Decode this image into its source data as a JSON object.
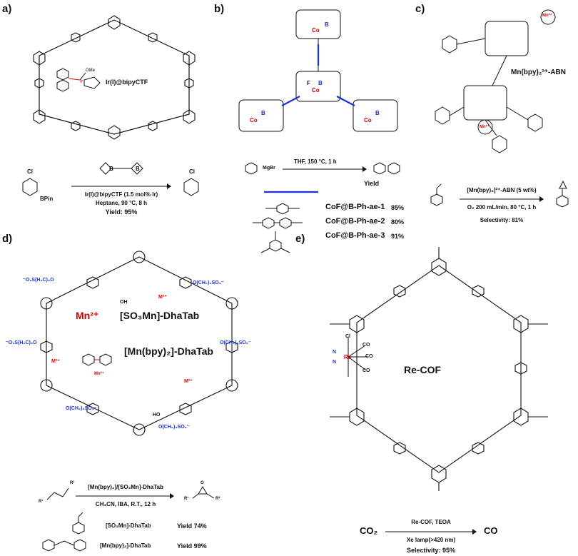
{
  "panels": {
    "a": {
      "label": "a)",
      "catalyst_name": "Ir(I)@bipyCTF",
      "ome": "OMe",
      "ir_center": "Ir",
      "reactant_cl": "Cl",
      "reactant_bpin": "BPin",
      "product_cl": "Cl",
      "reagent": "B",
      "condition_1": "Ir(I)@bipyCTF (1.5 mol% Ir)",
      "condition_2": "Heptane, 90 °C, 8 h",
      "yield": "Yield: 95%"
    },
    "b": {
      "label": "b)",
      "cof_label": "Co",
      "boron": "B",
      "fluorine": "F",
      "grignard": "MgBr",
      "condition": "THF, 150 °C, 1 h",
      "yield_header": "Yield",
      "rows": [
        {
          "name": "CoF@B-Ph-ae-1",
          "yield": "85%"
        },
        {
          "name": "CoF@B-Ph-ae-2",
          "yield": "80%"
        },
        {
          "name": "CoF@B-Ph-ae-3",
          "yield": "91%"
        }
      ]
    },
    "c": {
      "label": "c)",
      "catalyst_name": "Mn(bpy)₂²⁺-ABN",
      "mn_center": "Mn²⁺",
      "condition_1": "[Mn(bpy)₃]²⁺-ABN (5 wt%)",
      "condition_2": "O₂ 200 mL/min, 80 °C, 1 h",
      "selectivity": "Selectivity: 81%"
    },
    "d": {
      "label": "d)",
      "mn_ion": "Mn²⁺",
      "name_1": "[SO₃Mn]-DhaTab",
      "name_2": "[Mn(bpy)₂]-DhaTab",
      "m2": "M²⁺",
      "sulfonate_1": "⁻O₃S(H₂C)₃O",
      "sulfonate_2": "O(CH₂)₃SO₃⁻",
      "oh": "OH",
      "ho": "HO",
      "mn_center": "Mn²⁺",
      "reactant_r1": "R¹",
      "reactant_r2": "R²",
      "product_r1": "R¹",
      "product_r2": "R²",
      "epoxide_o": "O",
      "condition_1": "[Mn(bpy)₂]/[SO₃Mn]-DhaTab",
      "condition_2": "CH₃CN, IBA, R.T., 12 h",
      "rows": [
        {
          "name": "[SO₃Mn]-DhaTab",
          "yield": "Yield 74%"
        },
        {
          "name": "[Mn(bpy)₂]-DhaTab",
          "yield": "Yield 99%"
        }
      ]
    },
    "e": {
      "label": "e)",
      "name": "Re-COF",
      "re_center": "Re",
      "ligand_cl": "Cl",
      "ligand_co": "CO",
      "n": "N",
      "reactant": "CO₂",
      "product": "CO",
      "condition_1": "Re-COF, TEOA",
      "condition_2": "Xe lamp(>420 nm)",
      "selectivity": "Selectivity: 95%"
    }
  }
}
